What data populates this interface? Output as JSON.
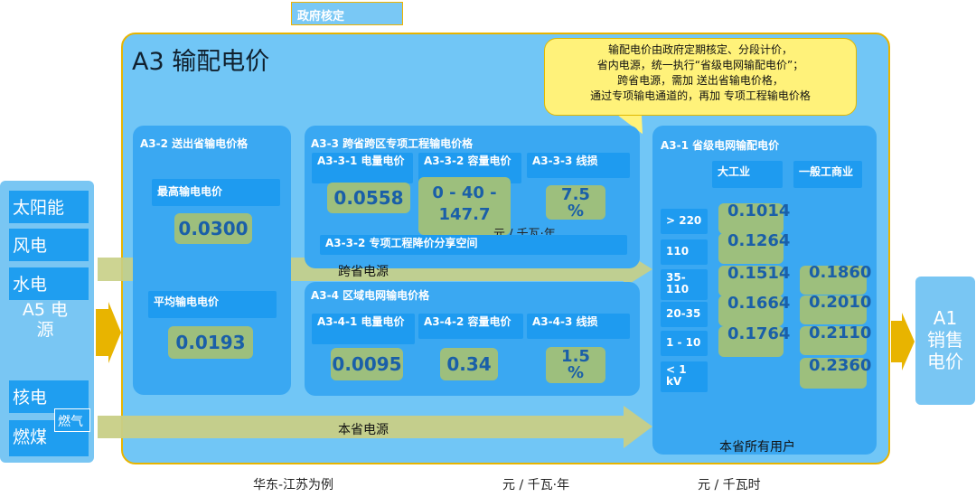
{
  "gov_tag": "政府核定",
  "main_title": "A3 输配电价",
  "callout": {
    "lines": [
      "输配电价由政府定期核定、分段计价，",
      "省内电源，统一执行“省级电网输配电价”；",
      "跨省电源，需加 送出省输电价格，",
      "通过专项输电通道的，再加 专项工程输电价格"
    ]
  },
  "sources": {
    "items": [
      "太阳能",
      "风电",
      "水电",
      "核电",
      "燃煤"
    ],
    "gas_label": "燃气",
    "group_label": "A5 电源"
  },
  "sales_label": "A1 销售电价",
  "a3_2": {
    "title": "A3-2 送出省输电价格",
    "max_label": "最高输电电价",
    "max_value": "0.0300",
    "avg_label": "平均输电电价",
    "avg_value": "0.0193"
  },
  "a3_3": {
    "title": "A3-3 跨省跨区专项工程输电价格",
    "energy_label": "A3-3-1 电量电价",
    "energy_value": "0.0558",
    "capacity_label": "A3-3-2 容量电价",
    "capacity_value": "0 - 40 - 147.7",
    "loss_label": "A3-3-3 线损",
    "loss_value": "7.5 %",
    "unit": "元 / 千瓦·年",
    "share_label": "A3-3-2 专项工程降价分享空间"
  },
  "a3_4": {
    "title": "A3-4 区域电网输电价格",
    "energy_label": "A3-4-1 电量电价",
    "energy_value": "0.0095",
    "capacity_label": "A3-4-2 容量电价",
    "capacity_value": "0.34",
    "loss_label": "A3-4-3 线损",
    "loss_value": "1.5 %"
  },
  "a3_1": {
    "title": "A3-1 省级电网输配电价",
    "col_industrial": "大工业",
    "col_commercial": "一般工商业",
    "voltage_levels": [
      "> 220",
      "110",
      "35-110",
      "20-35",
      "1 - 10",
      "< 1 kV"
    ],
    "industrial_values": [
      "0.1014",
      "0.1264",
      "0.1514",
      "0.1664",
      "0.1764"
    ],
    "commercial_values": [
      "0.1860",
      "0.2010",
      "0.2110",
      "0.2360"
    ],
    "footer": "本省所有用户"
  },
  "arrows": {
    "cross_province": "跨省电源",
    "in_province": "本省电源"
  },
  "bottom": {
    "example": "华东-江苏为例",
    "unit_year": "元 / 千瓦·年",
    "unit_kwh": "元 / 千瓦时"
  },
  "colors": {
    "frame_fill": "#71c6f6",
    "frame_border": "#e8b400",
    "panel": "#3aa8f2",
    "tag": "#1e9bf0",
    "value_box": "#9dbf7d",
    "value_text": "#1a5fa8",
    "callout": "#fff27a",
    "flow_arrow": "#c8cf86",
    "side_arrow": "#e8b400"
  }
}
